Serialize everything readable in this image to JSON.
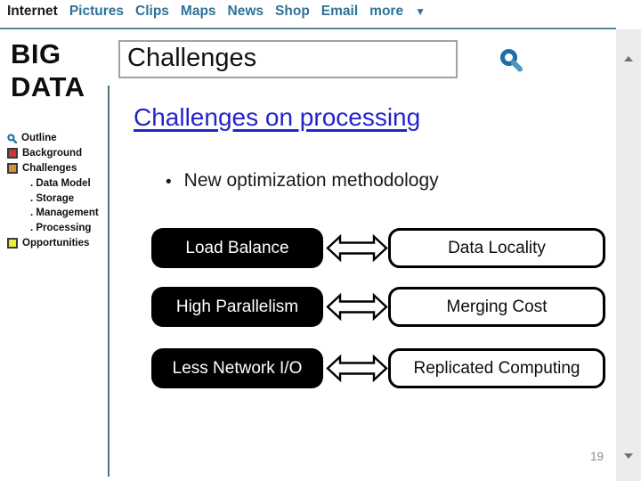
{
  "nav": {
    "items": [
      {
        "label": "Internet",
        "active": true
      },
      {
        "label": "Pictures",
        "active": false
      },
      {
        "label": "Clips",
        "active": false
      },
      {
        "label": "Maps",
        "active": false
      },
      {
        "label": "News",
        "active": false
      },
      {
        "label": "Shop",
        "active": false
      },
      {
        "label": "Email",
        "active": false
      },
      {
        "label": "more",
        "active": false
      }
    ],
    "dropdown_icon": "▼"
  },
  "sidebar": {
    "logo_line1": "BIG",
    "logo_line2": "DATA",
    "items": [
      {
        "label": "Outline",
        "icon": "magnifier-icon"
      },
      {
        "label": "Background",
        "icon": "red-square-icon"
      },
      {
        "label": "Challenges",
        "icon": "orange-square-icon"
      },
      {
        "label": ". Data Model",
        "icon": null
      },
      {
        "label": ". Storage",
        "icon": null
      },
      {
        "label": ". Management",
        "icon": null
      },
      {
        "label": ". Processing",
        "icon": null
      },
      {
        "label": "Opportunities",
        "icon": "yellow-square-icon"
      }
    ]
  },
  "search": {
    "value": "Challenges",
    "icon": "search-icon"
  },
  "main": {
    "heading": "Challenges on processing",
    "bullet_marker": "•",
    "bullet_text": "New optimization methodology",
    "rows": [
      {
        "left": "Load Balance",
        "right": "Data Locality"
      },
      {
        "left": "High Parallelism",
        "right": "Merging Cost"
      },
      {
        "left": "Less Network I/O",
        "right": "Replicated Computing"
      }
    ]
  },
  "footer": {
    "page_number": "19"
  },
  "colors": {
    "nav_link": "#2E7299",
    "nav_active": "#1B1B1B",
    "top_rule": "#5C8699",
    "divider": "#56707E",
    "heading": "#2323CC",
    "search_icon_blue": "#1E6FA8",
    "icon_red": "#C23B34",
    "icon_orange": "#CE9230",
    "icon_yellow": "#EDED3B",
    "box_black": "#000000",
    "scrollbar_track": "#ECECEC",
    "page_number": "#8C8C8C"
  }
}
